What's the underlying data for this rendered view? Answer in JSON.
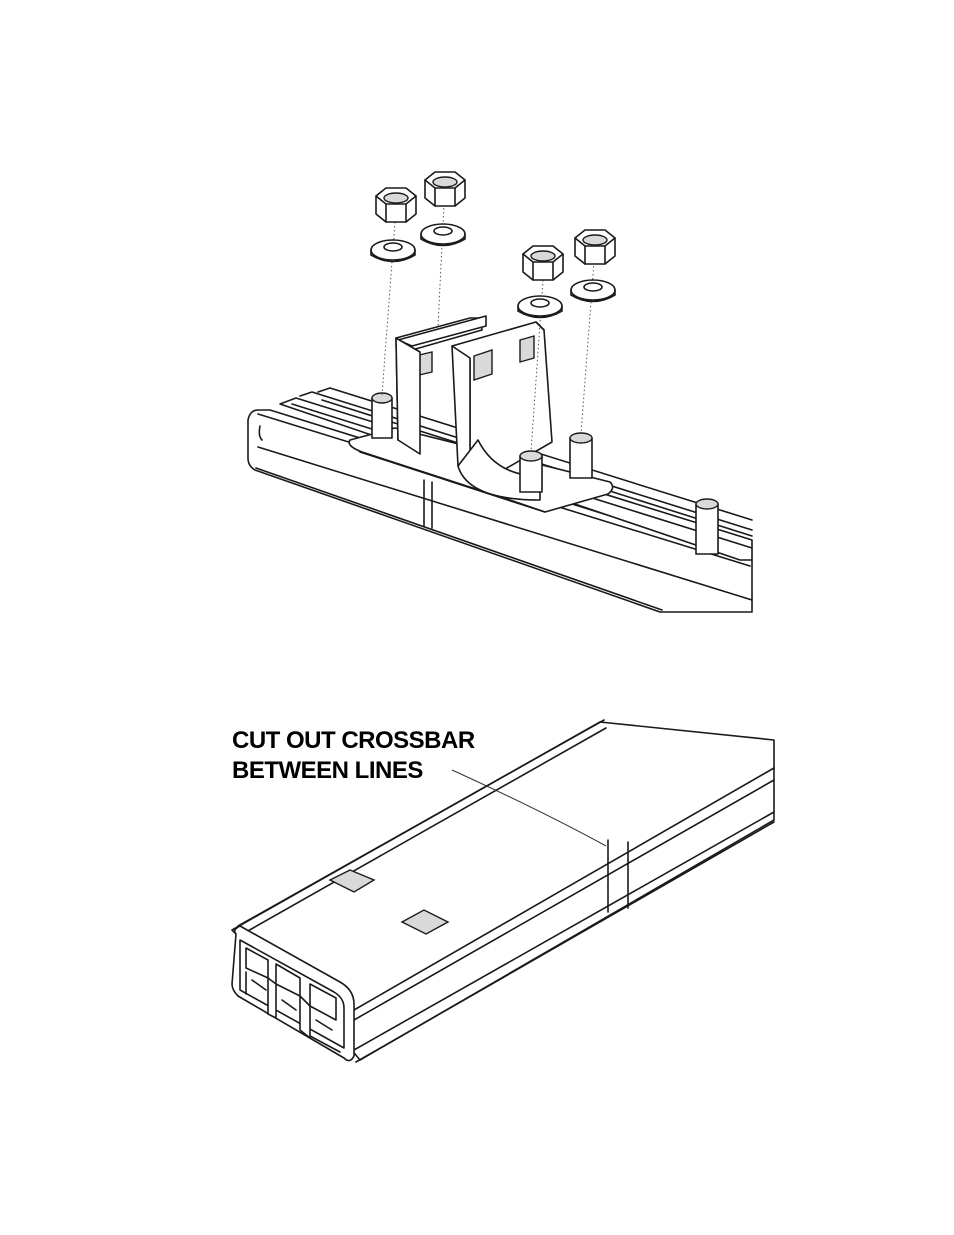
{
  "annotation": {
    "line1": "CUT OUT CROSSBAR",
    "line2": "BETWEEN LINES"
  },
  "figures": {
    "top": "assembly-exploded-view",
    "bottom": "crossbar-cut-detail"
  }
}
